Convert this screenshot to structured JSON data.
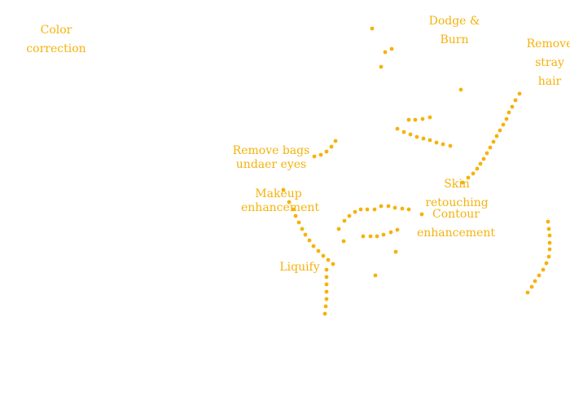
{
  "colors": {
    "accent": "#F5B20C",
    "background": "#FFFFFF"
  },
  "labels": {
    "color_correction": "Color\ncorrection",
    "dodge_burn": "Dodge &\nBurn",
    "remove_stray_hair": "Remove\nstray\nhair",
    "remove_bags": "Remove bags\nundaer eyes",
    "makeup": "Makeup\nenhancement",
    "skin": "Skin retouching",
    "contour": "Contour\nenhancement",
    "liquify": "Liquify"
  }
}
